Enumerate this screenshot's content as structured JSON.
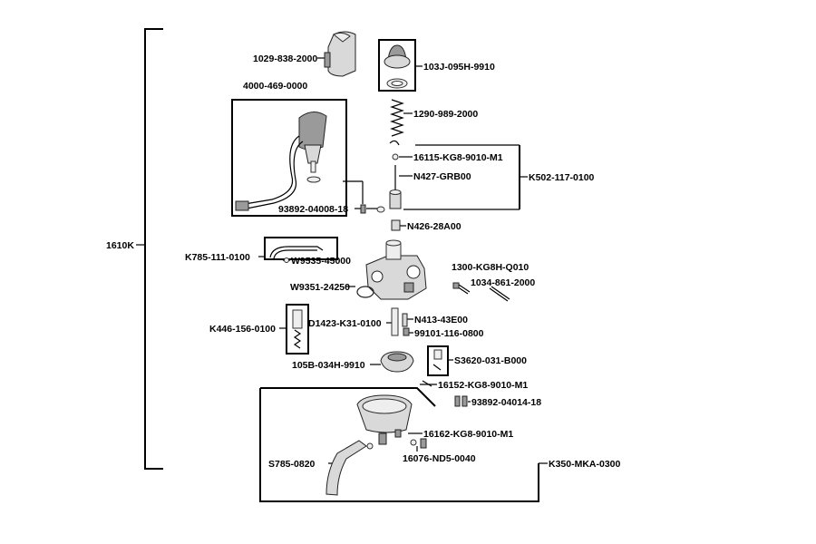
{
  "assembly_label": "1610K",
  "labels": {
    "p1029": "1029-838-2000",
    "p103j": "103J-095H-9910",
    "p4000": "4000-469-0000",
    "p1290": "1290-989-2000",
    "p16115": "16115-KG8-9010-M1",
    "pn427": "N427-GRB00",
    "pk502": "K502-117-0100",
    "p93892a": "93892-04008-18",
    "pn426": "N426-28A00",
    "pk785": "K785-111-0100",
    "pw9535": "W9535-45000",
    "p1300": "1300-KG8H-Q010",
    "p1034": "1034-861-2000",
    "pw9351": "W9351-24250",
    "pk446": "K446-156-0100",
    "pd1423": "D1423-K31-0100",
    "pn413": "N413-43E00",
    "p99101": "99101-116-0800",
    "p105b": "105B-034H-9910",
    "ps3620": "S3620-031-B000",
    "p16152": "16152-KG8-9010-M1",
    "p93892b": "93892-04014-18",
    "p16162": "16162-KG8-9010-M1",
    "ps785": "S785-0820",
    "p16076": "16076-ND5-0040",
    "pk350": "K350-MKA-0300"
  }
}
